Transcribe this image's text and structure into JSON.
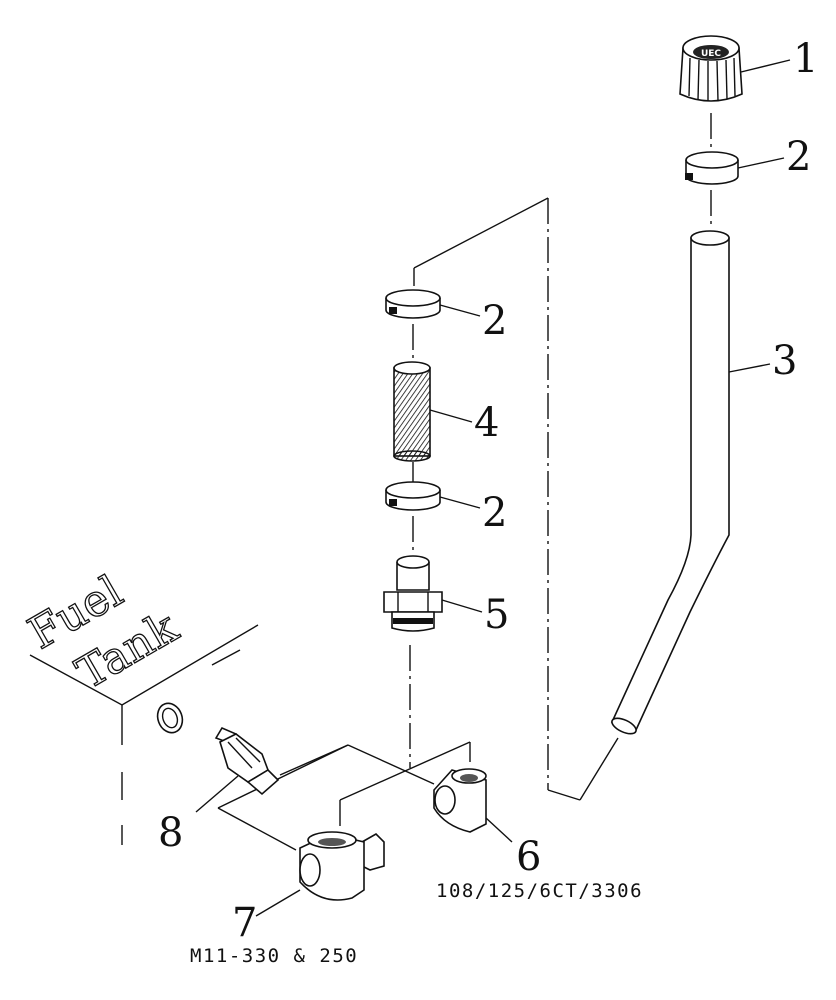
{
  "callouts": [
    {
      "id": "cap",
      "label": "1"
    },
    {
      "id": "clamp_top",
      "label": "2"
    },
    {
      "id": "tube",
      "label": "3"
    },
    {
      "id": "clamp_mid_upper",
      "label": "2"
    },
    {
      "id": "hose",
      "label": "4"
    },
    {
      "id": "clamp_mid_lower",
      "label": "2"
    },
    {
      "id": "adapter",
      "label": "5"
    },
    {
      "id": "elbow_right",
      "label": "6"
    },
    {
      "id": "elbow_left",
      "label": "7"
    },
    {
      "id": "fitting",
      "label": "8"
    }
  ],
  "tank": {
    "line1": "Fuel",
    "line2": "Tank"
  },
  "cap_logo": "UEC",
  "notes": {
    "elbow_right": "108/125/6CT/3306",
    "elbow_left": "M11-330 & 250"
  }
}
